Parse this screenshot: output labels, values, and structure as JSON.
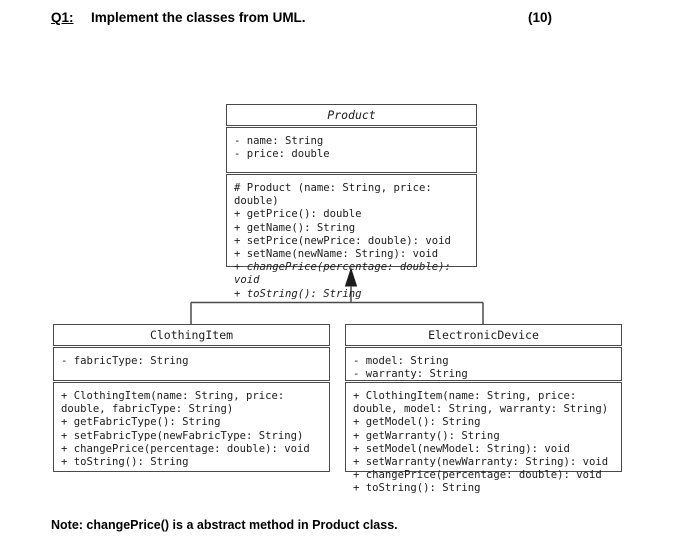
{
  "page": {
    "background_color": "#ffffff",
    "text_color": "#000000",
    "box_border_color": "#4a4a4a"
  },
  "question": {
    "number": "Q1:",
    "text": "Implement the classes from UML.",
    "marks": "(10)"
  },
  "diagram": {
    "type": "uml-class-diagram",
    "relationship": "generalization",
    "classes": [
      {
        "id": "product",
        "name": "Product",
        "abstract": true,
        "attributes": [
          "- name: String",
          "- price: double"
        ],
        "operations": [
          {
            "text": "# Product (name: String, price: double)",
            "abstract": false
          },
          {
            "text": "+ getPrice(): double",
            "abstract": false
          },
          {
            "text": "+ getName(): String",
            "abstract": false
          },
          {
            "text": "+ setPrice(newPrice: double): void",
            "abstract": false
          },
          {
            "text": "+ setName(newName: String): void",
            "abstract": false
          },
          {
            "text": "+ changePrice(percentage: double): void",
            "abstract": true
          },
          {
            "text": "+ toString(): String",
            "abstract": true
          }
        ]
      },
      {
        "id": "clothingitem",
        "name": "ClothingItem",
        "abstract": false,
        "attributes": [
          "- fabricType: String"
        ],
        "operations": [
          {
            "text": "+ ClothingItem(name: String, price: double, fabricType: String)",
            "abstract": false
          },
          {
            "text": "+ getFabricType(): String",
            "abstract": false
          },
          {
            "text": "+ setFabricType(newFabricType: String)",
            "abstract": false
          },
          {
            "text": "+ changePrice(percentage: double): void",
            "abstract": false
          },
          {
            "text": "+ toString(): String",
            "abstract": false
          }
        ]
      },
      {
        "id": "electronicdevice",
        "name": "ElectronicDevice",
        "abstract": false,
        "attributes": [
          "- model: String",
          "- warranty: String"
        ],
        "operations": [
          {
            "text": "+ ClothingItem(name: String, price: double, model: String, warranty: String)",
            "abstract": false
          },
          {
            "text": "+ getModel(): String",
            "abstract": false
          },
          {
            "text": "+ getWarranty(): String",
            "abstract": false
          },
          {
            "text": "+ setModel(newModel: String): void",
            "abstract": false
          },
          {
            "text": "+ setWarranty(newWarranty: String): void",
            "abstract": false
          },
          {
            "text": "+ changePrice(percentage: double): void",
            "abstract": false
          },
          {
            "text": "+ toString(): String",
            "abstract": false
          }
        ]
      }
    ]
  },
  "note": {
    "text": "Note: changePrice()  is a abstract method in Product class."
  }
}
